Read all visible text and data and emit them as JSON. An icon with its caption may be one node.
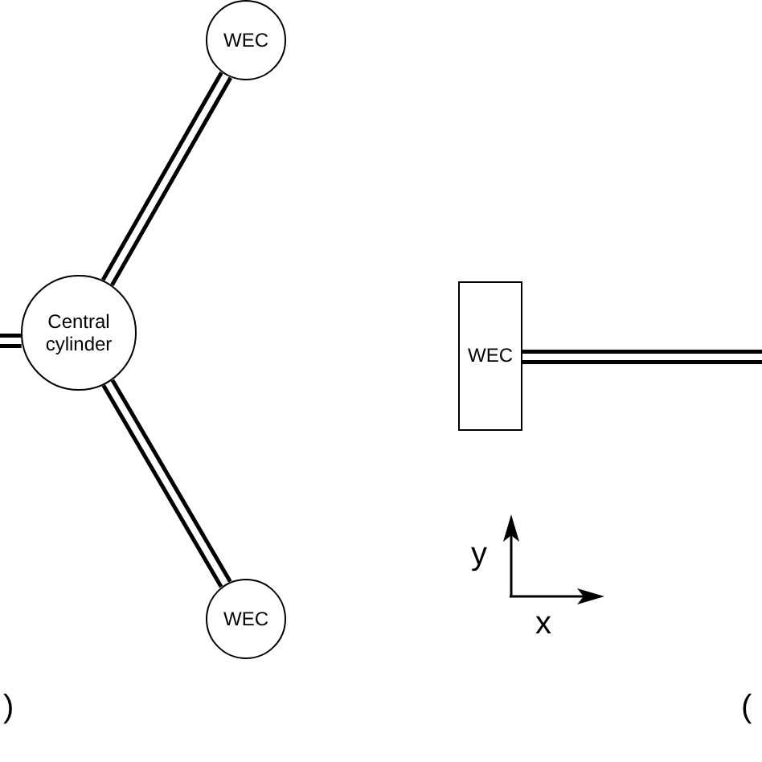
{
  "diagram": {
    "nodes": [
      {
        "text": [
          "WEC"
        ]
      },
      {
        "text": [
          "Central cylinder"
        ]
      },
      {
        "text": [
          "WEC"
        ]
      },
      {
        "text": [
          "WEC"
        ]
      }
    ],
    "edges": [
      {
        "from": 1,
        "to": 0,
        "arrow": "none"
      },
      {
        "from": 1,
        "to": 2,
        "arrow": "none"
      },
      {
        "from": null,
        "to": 1,
        "arrow": "none"
      },
      {
        "from": 3,
        "to": null,
        "arrow": "none"
      }
    ],
    "labels": [
      "y",
      "x",
      ")",
      "("
    ]
  }
}
